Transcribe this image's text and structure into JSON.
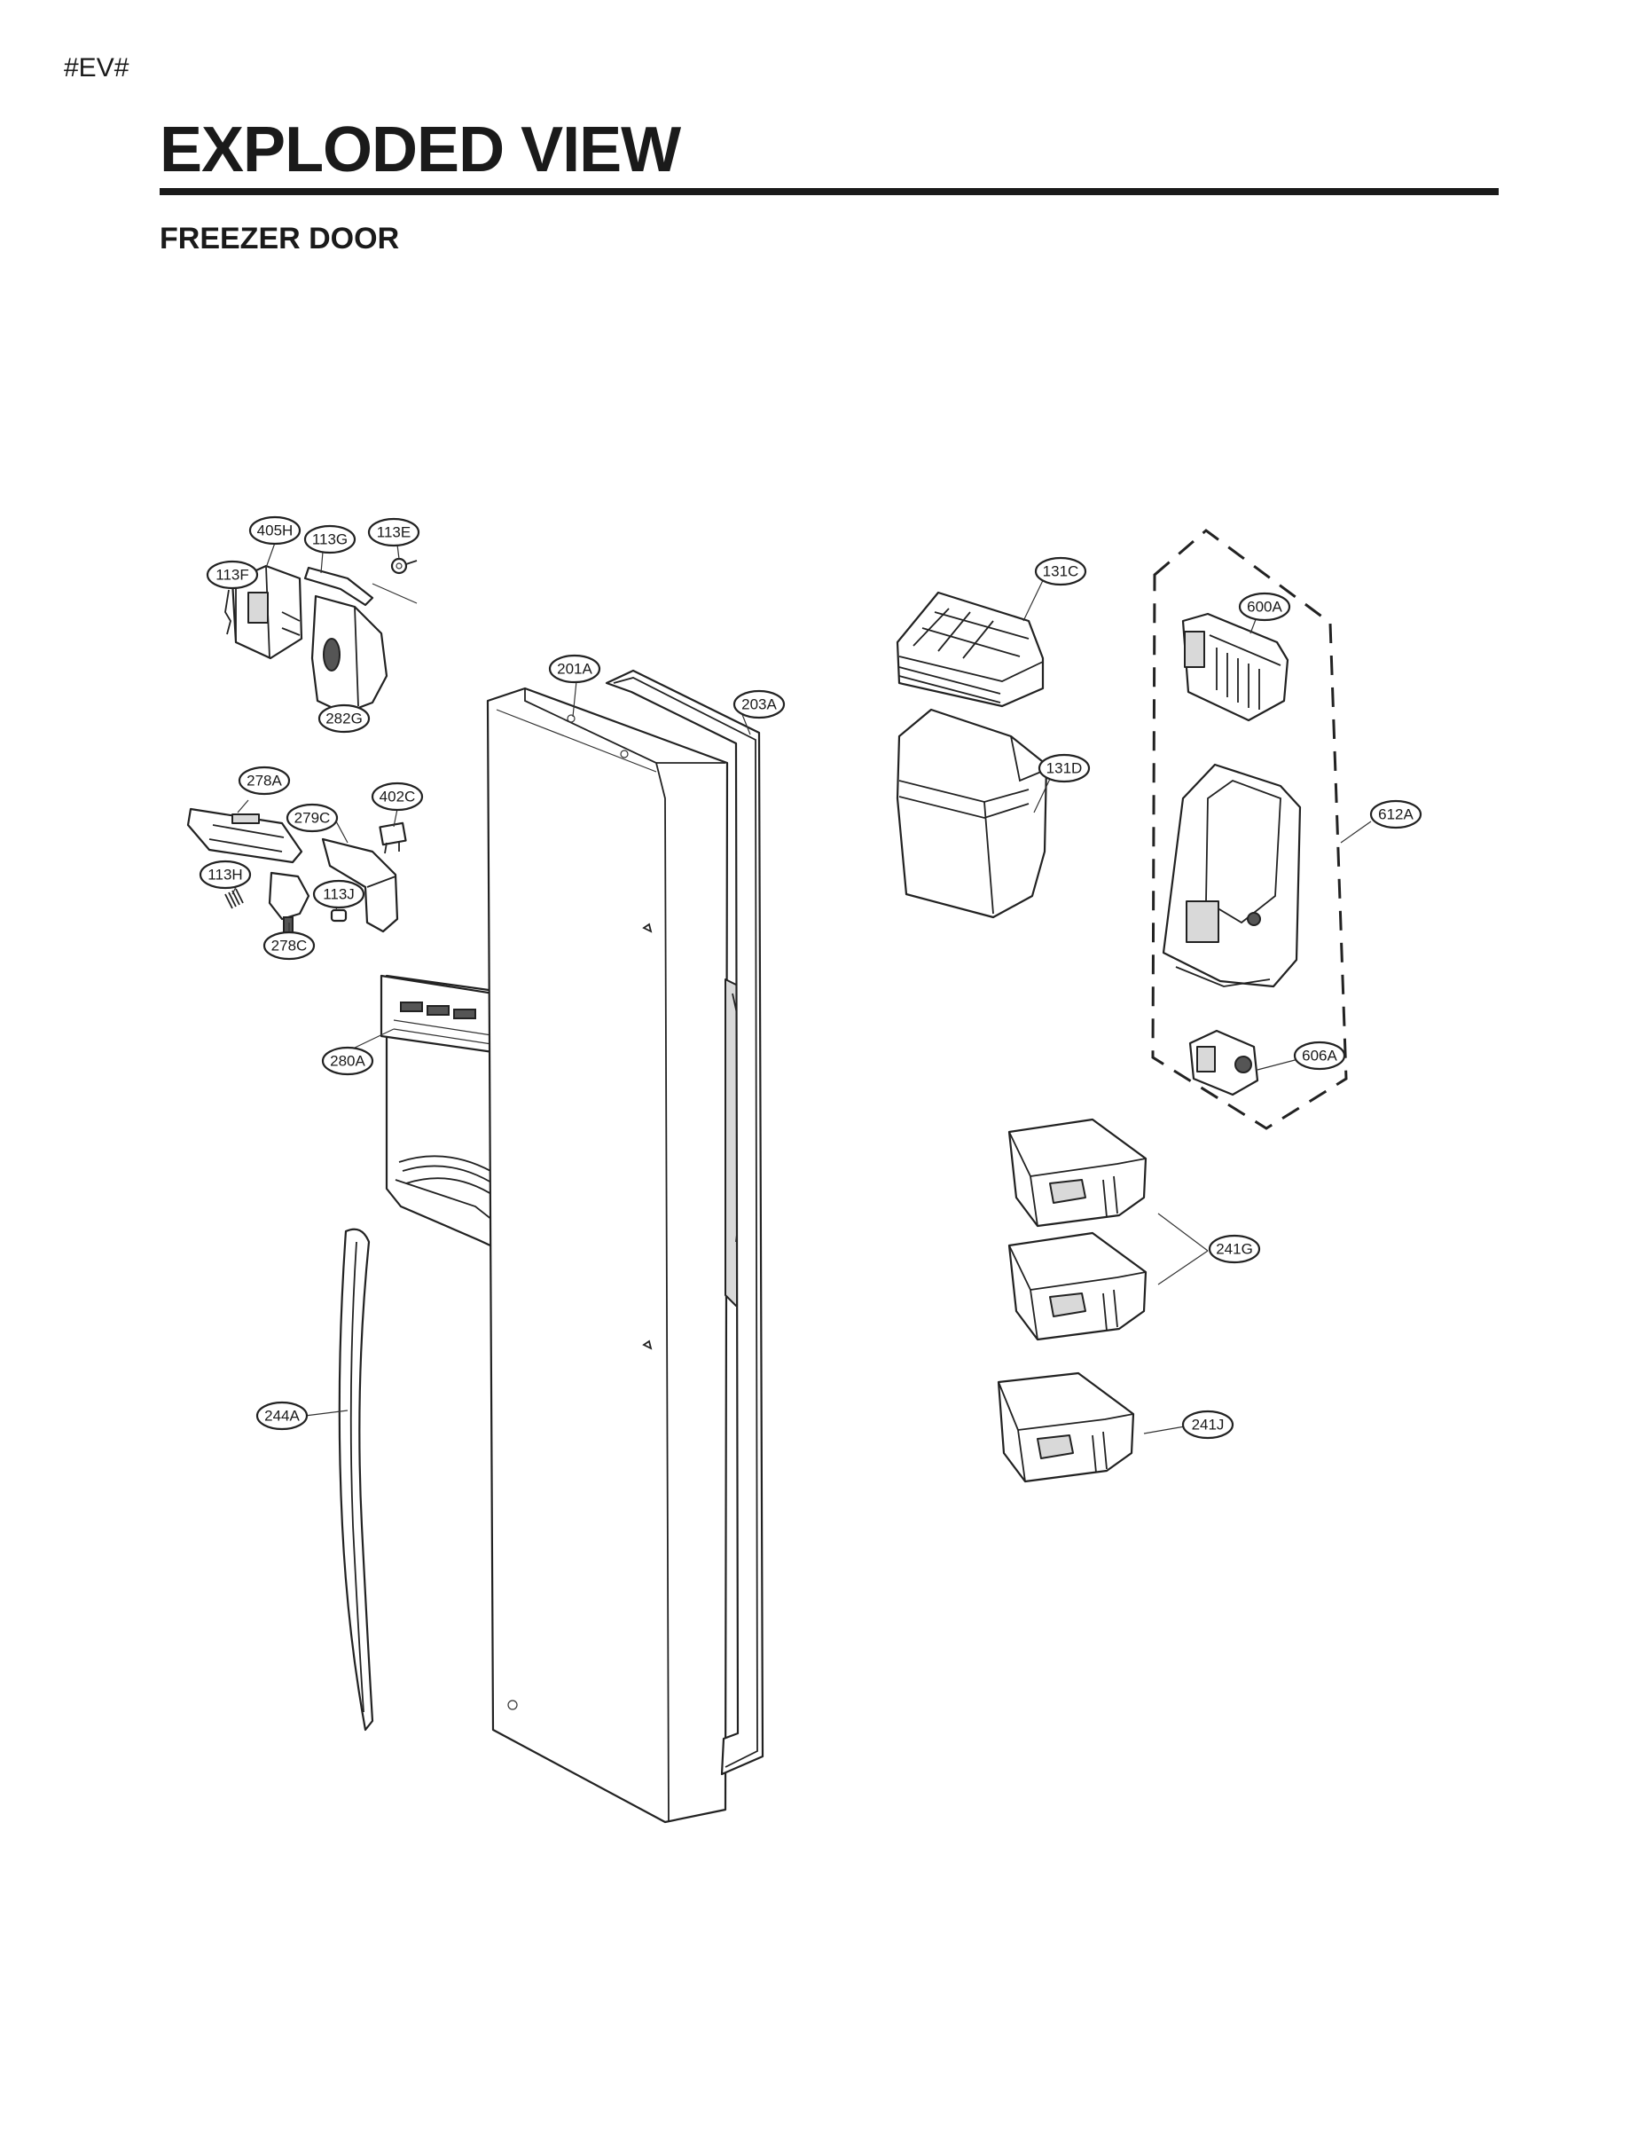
{
  "header": {
    "tag": "#EV#",
    "title": "EXPLODED VIEW",
    "subtitle": "FREEZER DOOR"
  },
  "callouts": {
    "c405H": "405H",
    "c113G": "113G",
    "c113E": "113E",
    "c113F": "113F",
    "c282G": "282G",
    "c201A": "201A",
    "c203A": "203A",
    "c278A": "278A",
    "c402C": "402C",
    "c279C": "279C",
    "c113H": "113H",
    "c113J": "113J",
    "c278C": "278C",
    "c280A": "280A",
    "c244A": "244A",
    "c131C": "131C",
    "c600A": "600A",
    "c131D": "131D",
    "c612A": "612A",
    "c606A": "606A",
    "c241G": "241G",
    "c241J": "241J"
  }
}
